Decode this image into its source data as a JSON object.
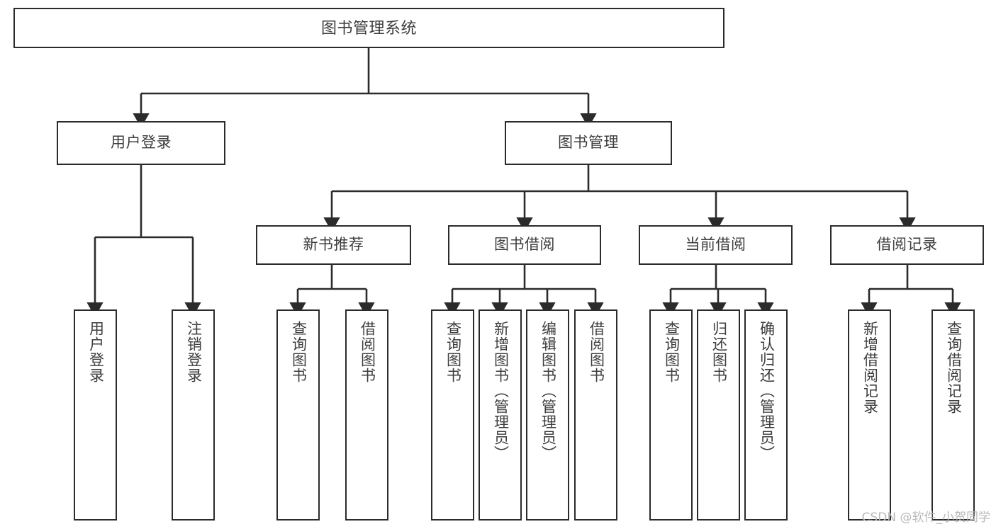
{
  "diagram": {
    "type": "tree-hierarchy",
    "title": "图书管理系统",
    "watermark": "CSDN @软件_小贺同学",
    "colors": {
      "stroke": "#2b2b2b",
      "text": "#3d3d3d",
      "background": "#ffffff",
      "watermark": "#b9b9b9"
    },
    "root": {
      "label": "图书管理系统"
    },
    "level1": [
      {
        "label": "用户登录"
      },
      {
        "label": "图书管理"
      }
    ],
    "level2": [
      {
        "label": "新书推荐"
      },
      {
        "label": "图书借阅"
      },
      {
        "label": "当前借阅"
      },
      {
        "label": "借阅记录"
      }
    ],
    "leaves": {
      "user_login": [
        {
          "label": "用户登录"
        },
        {
          "label": "注销登录"
        }
      ],
      "new_book_recommend": [
        {
          "label": "查询图书"
        },
        {
          "label": "借阅图书"
        }
      ],
      "book_borrow": [
        {
          "label": "查询图书"
        },
        {
          "label": "新增图书（管理员）"
        },
        {
          "label": "编辑图书（管理员）"
        },
        {
          "label": "借阅图书"
        }
      ],
      "current_borrow": [
        {
          "label": "查询图书"
        },
        {
          "label": "归还图书"
        },
        {
          "label": "确认归还（管理员）"
        }
      ],
      "borrow_record": [
        {
          "label": "新增借阅记录"
        },
        {
          "label": "查询借阅记录"
        }
      ]
    }
  }
}
